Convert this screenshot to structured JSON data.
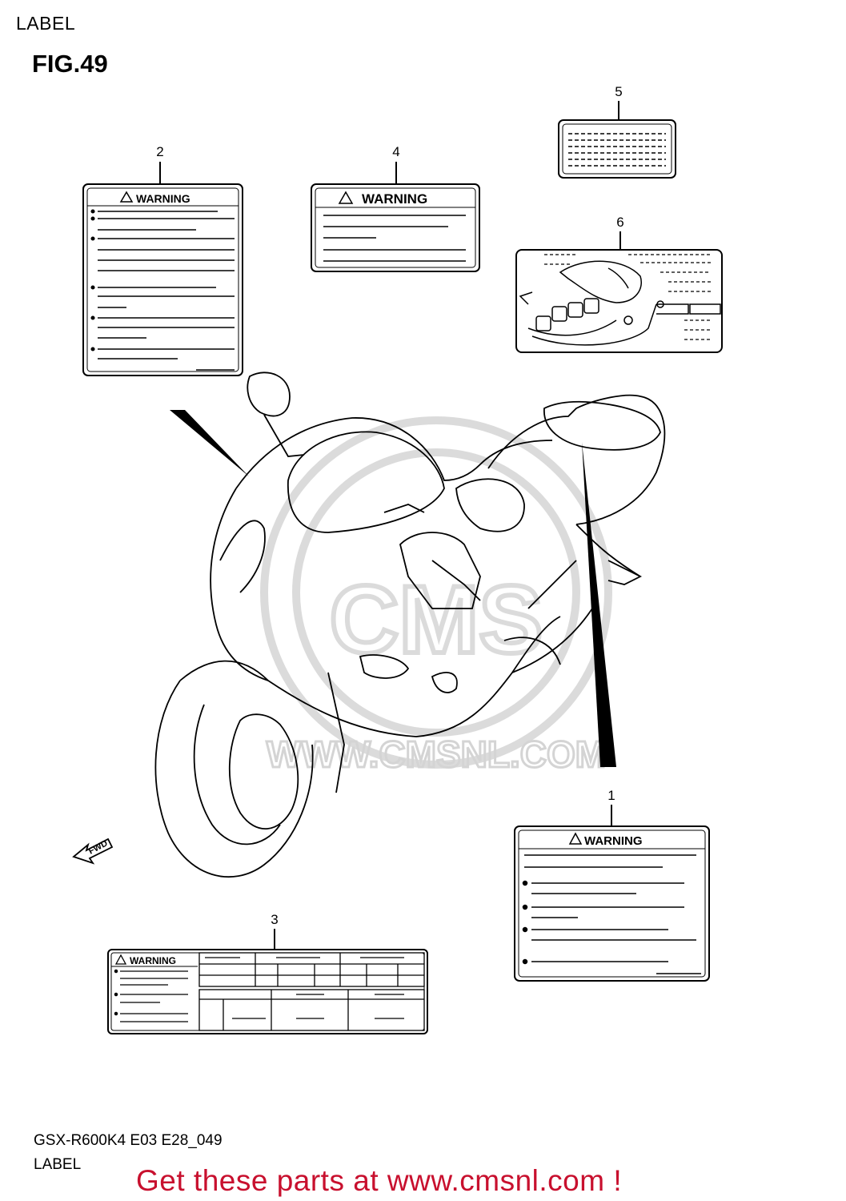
{
  "header": {
    "section": "LABEL",
    "figure": "FIG.49"
  },
  "callouts": [
    "1",
    "2",
    "3",
    "4",
    "5",
    "6"
  ],
  "labels": {
    "warning_text": "WARNING",
    "fwd_text": "FWD"
  },
  "watermark": {
    "text": "WWW.CMSNL.COM",
    "logo": "CMS"
  },
  "footer": {
    "model_code": "GSX-R600K4 E03 E28_049",
    "category": "LABEL",
    "promo": "Get these parts at www.cmsnl.com !"
  },
  "colors": {
    "line": "#000000",
    "promo": "#c8102e",
    "watermark": "#dcdcdc"
  }
}
